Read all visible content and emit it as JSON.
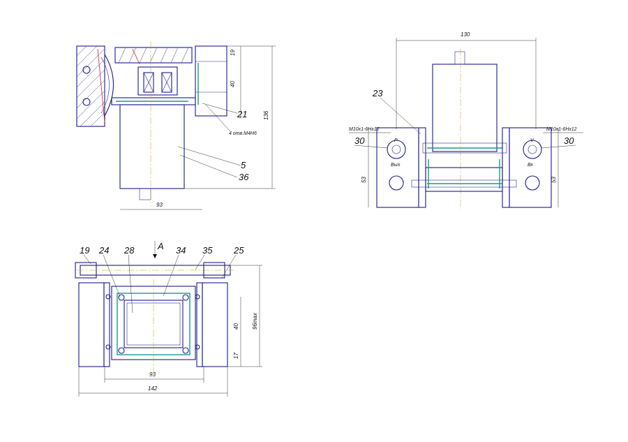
{
  "top_left_view": {
    "dims": {
      "width": "93",
      "h1": "19",
      "h2": "40",
      "total": "136"
    },
    "note": "4 отв.М4Н6",
    "callouts": [
      "21",
      "5",
      "36"
    ]
  },
  "top_right_view": {
    "dims": {
      "width": "130",
      "h_left": "53",
      "h_right": "53"
    },
    "thread_left": "M10x1-6Hx12",
    "thread_right": "M10x1-6Hx12",
    "callouts": {
      "c23": "23",
      "c30_left": "30",
      "c30_right": "30"
    },
    "port_labels": {
      "p": "P",
      "v": "V",
      "vykh": "Вых",
      "vkh": "Вх"
    }
  },
  "bottom_view": {
    "view_label": "А",
    "callouts": [
      "19",
      "24",
      "28",
      "34",
      "35",
      "25"
    ],
    "dims": {
      "inner": "93",
      "outer": "142",
      "h1": "40",
      "h2": "17",
      "hmax": "96max"
    }
  }
}
